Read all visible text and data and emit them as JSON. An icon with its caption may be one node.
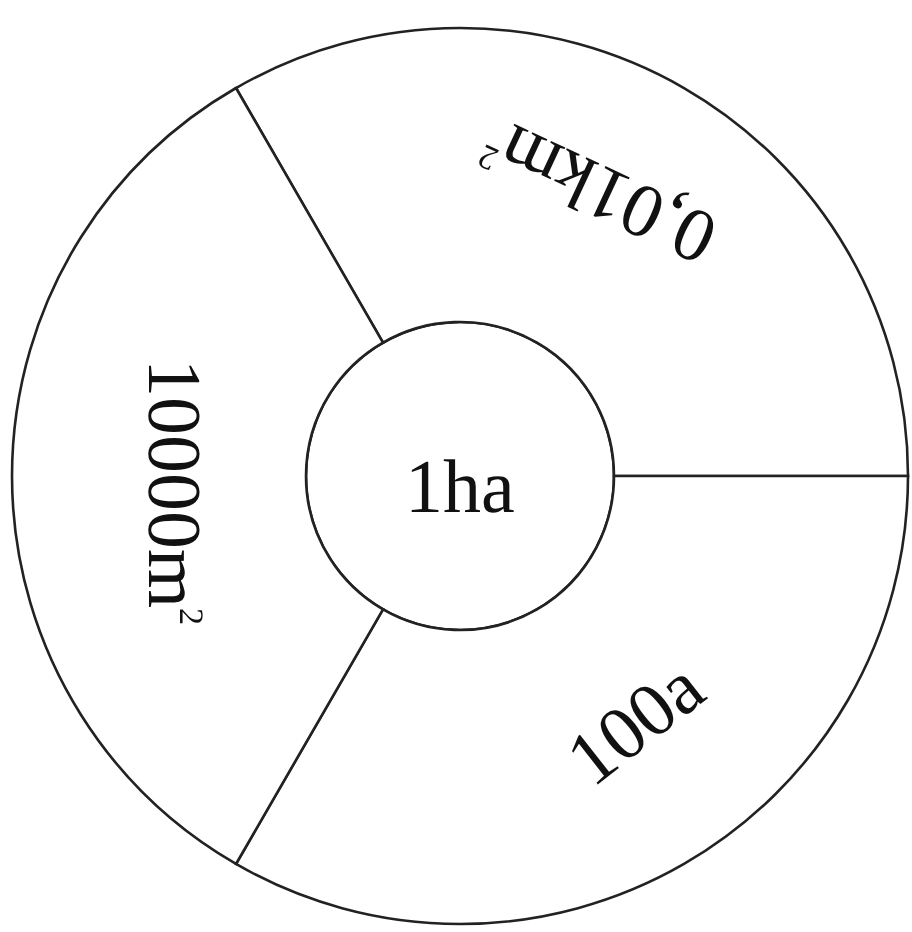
{
  "diagram": {
    "nodes": [
      {
        "text": [
          "1ha"
        ]
      },
      {
        "text": [
          "0,01km$^{2}$"
        ]
      },
      {
        "text": [
          "100a"
        ]
      },
      {
        "text": [
          "10000m$^{2}$"
        ]
      }
    ]
  }
}
